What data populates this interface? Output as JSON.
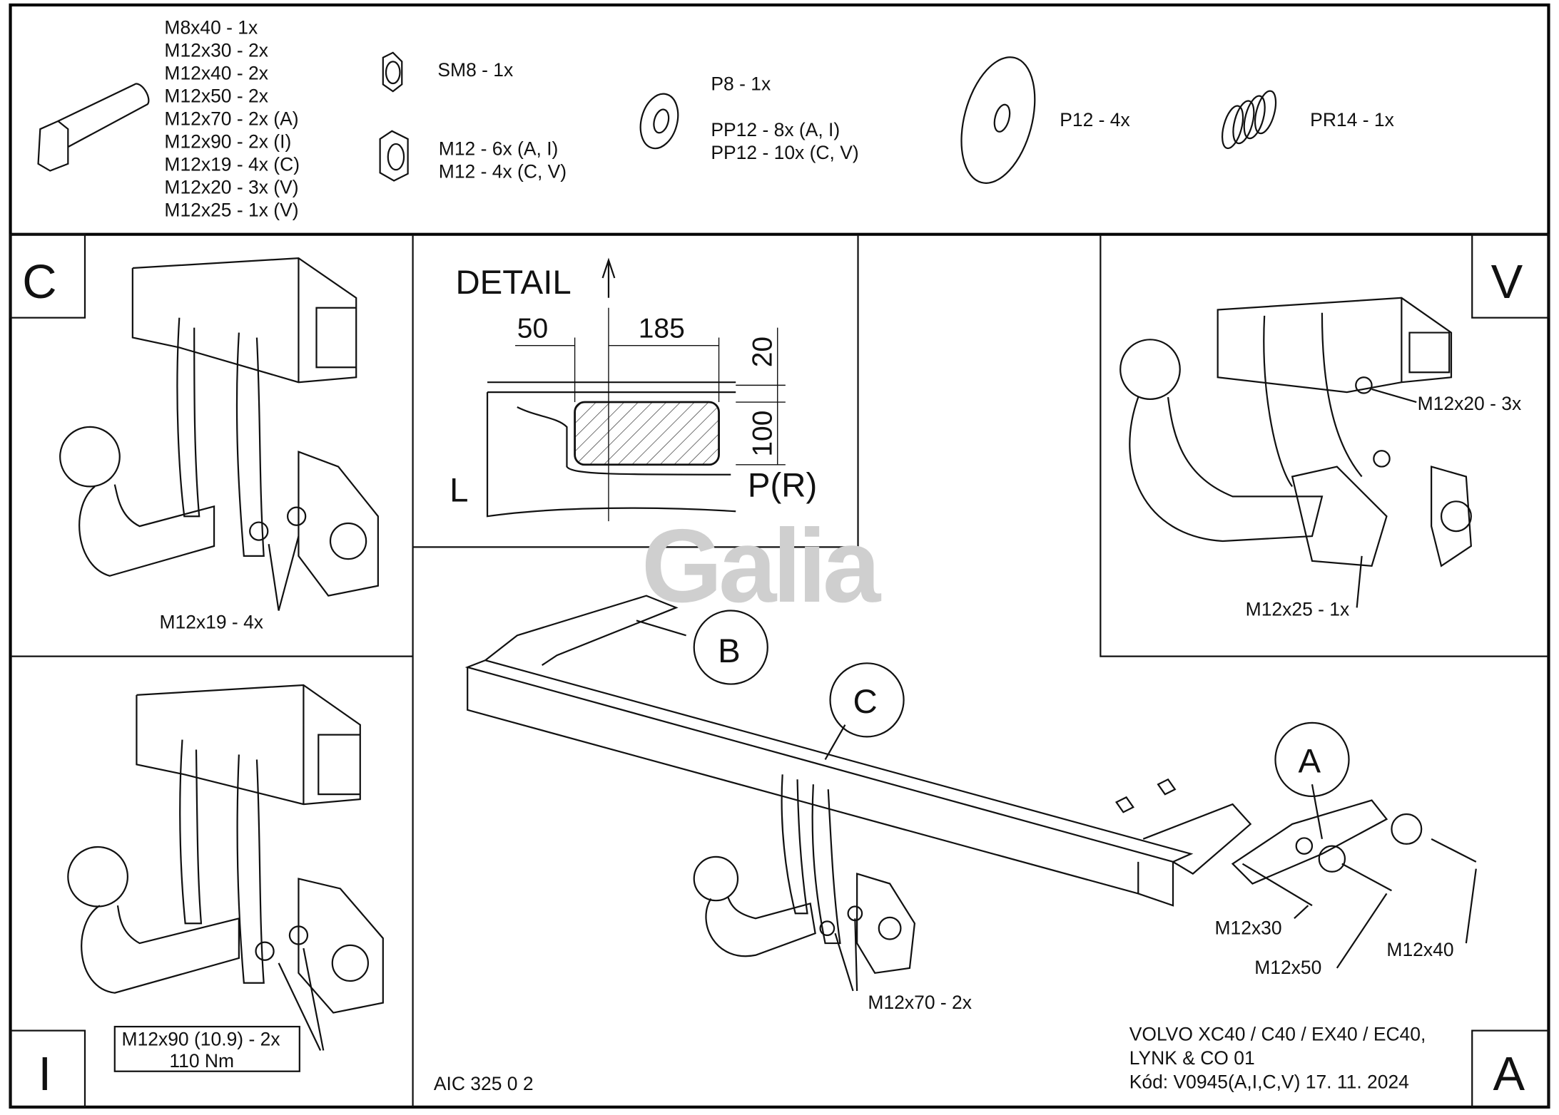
{
  "parts": {
    "bolts": [
      "M8x40 - 1x",
      "M12x30 - 2x",
      "M12x40 - 2x",
      "M12x50 - 2x",
      "M12x70 - 2x (A)",
      "M12x90 - 2x (I)",
      "M12x19 - 4x (C)",
      "M12x20 - 3x (V)",
      "M12x25 - 1x (V)"
    ],
    "sm8": "SM8 - 1x",
    "m12_nuts": [
      "M12 - 6x (A, I)",
      "M12 - 4x (C, V)"
    ],
    "p8": "P8 - 1x",
    "pp12": [
      "PP12 - 8x (A, I)",
      "PP12 - 10x (C, V)"
    ],
    "p12": "P12 - 4x",
    "pr14": "PR14 - 1x"
  },
  "panels": {
    "c": {
      "label": "C",
      "callout": "M12x19 - 4x"
    },
    "i": {
      "label": "I",
      "callout_line1": "M12x90 (10.9) - 2x",
      "callout_line2": "110 Nm"
    },
    "v": {
      "label": "V",
      "callout_top": "M12x20 - 3x",
      "callout_bottom": "M12x25 - 1x"
    },
    "a": {
      "label": "A"
    }
  },
  "detail": {
    "title": "DETAIL",
    "dim_50": "50",
    "dim_185": "185",
    "dim_20": "20",
    "dim_100": "100",
    "left": "L",
    "right": "P(R)"
  },
  "main": {
    "circle_b": "B",
    "circle_c": "C",
    "circle_a": "A",
    "m12x70": "M12x70 - 2x",
    "m12x30": "M12x30",
    "m12x50": "M12x50",
    "m12x40": "M12x40",
    "code": "AIC 325 0 2"
  },
  "footer": {
    "line1": "VOLVO XC40 / C40 / EX40 / EC40,",
    "line2": "LYNK & CO 01",
    "line3": "Kód: V0945(A,I,C,V)  17. 11. 2024"
  },
  "watermark": "Galia"
}
